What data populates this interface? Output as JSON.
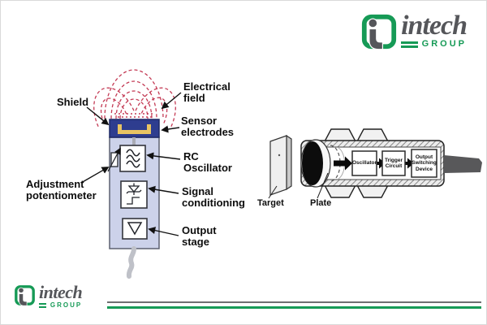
{
  "logo": {
    "brand": "intech",
    "group": "GROUP",
    "colors": {
      "green": "#169a56",
      "gray": "#55565a"
    }
  },
  "left_diagram": {
    "labels": {
      "shield": "Shield",
      "electrical_field": "Electrical\nfield",
      "sensor_electrodes": "Sensor\nelectrodes",
      "rc_oscillator": "RC\nOscillator",
      "adjustment_potentiometer": "Adjustment\npotentiometer",
      "signal_conditioning": "Signal\nconditioning",
      "output_stage": "Output\nstage"
    },
    "colors": {
      "body": "#ccd2ea",
      "electrode_band": "#2e3d8f",
      "electrode": "#e8c463",
      "field_lines": "#c43b55"
    }
  },
  "right_diagram": {
    "labels": {
      "target": "Target",
      "plate": "Plate"
    },
    "blocks": [
      "Oscillator",
      "Trigger\nCircuit",
      "Output\nSwitching\nDevice"
    ]
  }
}
